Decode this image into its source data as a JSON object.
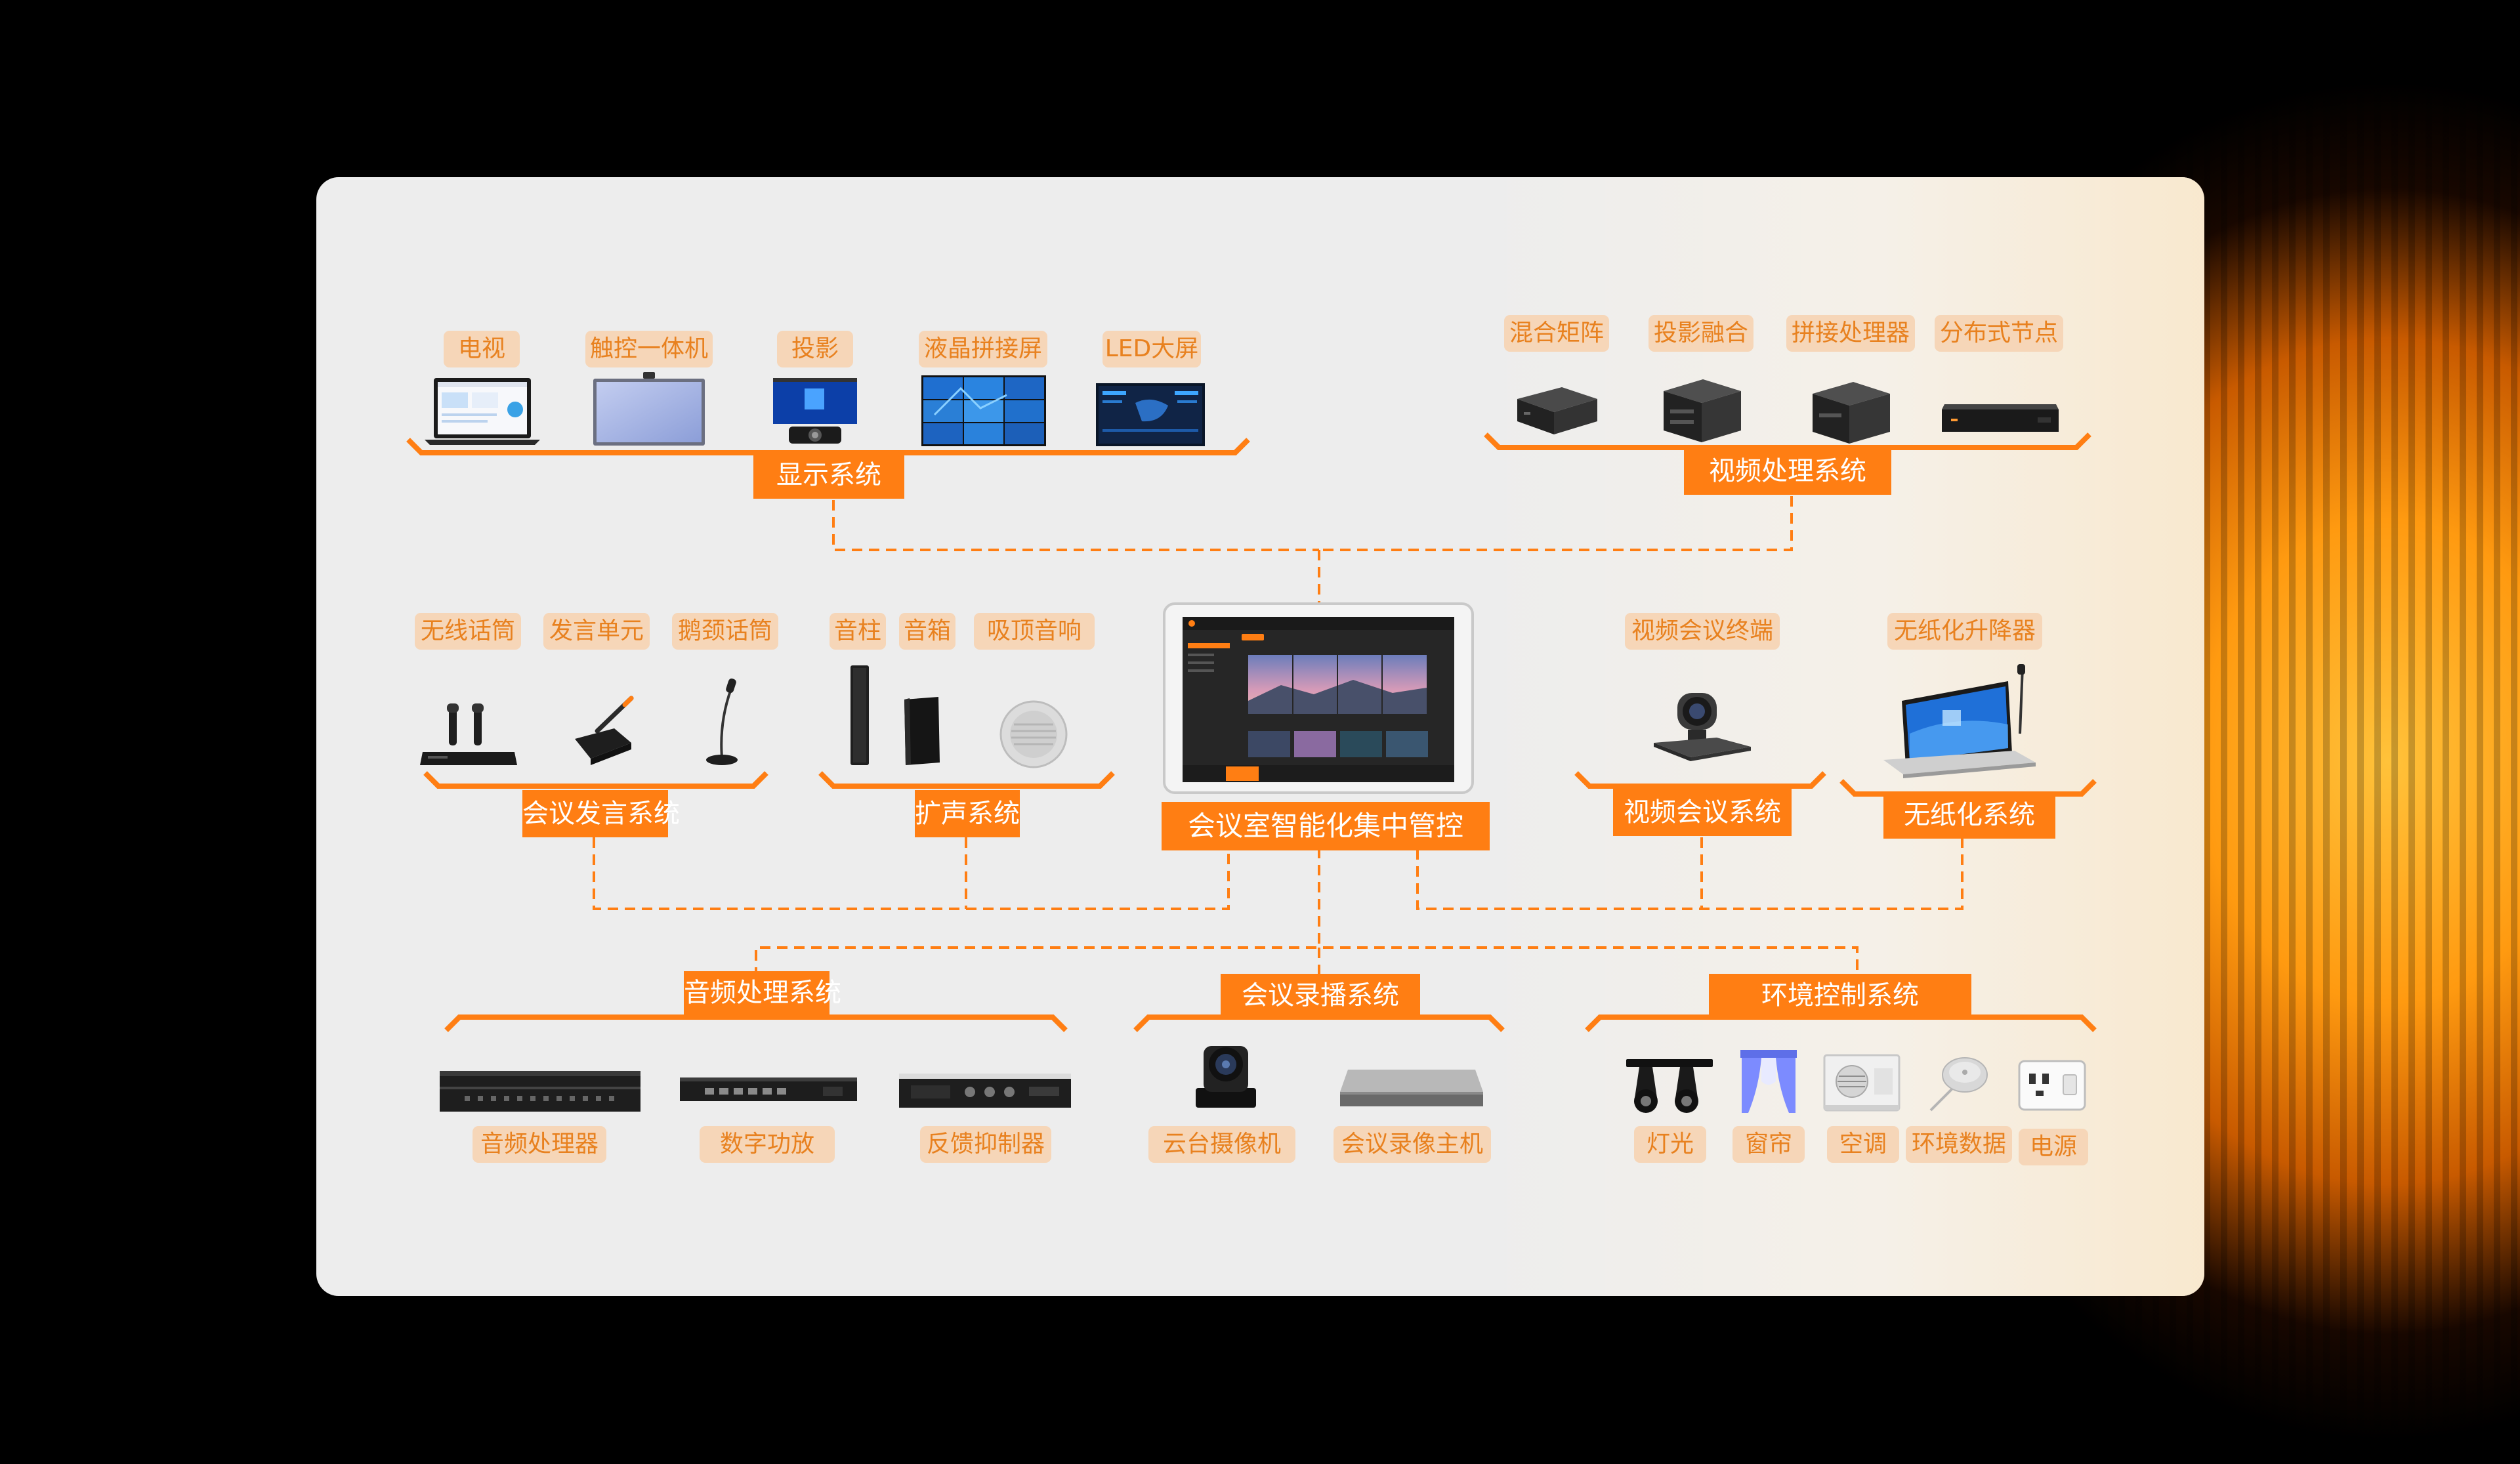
{
  "colors": {
    "accent": "#ff7e13",
    "tag_bg": "#f6d6b8",
    "tag_text": "#e8811f",
    "card_bg": "#ededed"
  },
  "center": {
    "label": "会议室智能化集中管控"
  },
  "systems": {
    "display": {
      "label": "显示系统",
      "devices": [
        {
          "label": "电视",
          "icon": "laptop-icon"
        },
        {
          "label": "触控一体机",
          "icon": "touch-panel-icon"
        },
        {
          "label": "投影",
          "icon": "projector-icon"
        },
        {
          "label": "液晶拼接屏",
          "icon": "video-wall-icon"
        },
        {
          "label": "LED大屏",
          "icon": "led-screen-icon"
        }
      ]
    },
    "video_processing": {
      "label": "视频处理系统",
      "devices": [
        {
          "label": "混合矩阵",
          "icon": "matrix-box-icon"
        },
        {
          "label": "投影融合",
          "icon": "fusion-box-icon"
        },
        {
          "label": "拼接处理器",
          "icon": "splicing-box-icon"
        },
        {
          "label": "分布式节点",
          "icon": "node-box-icon"
        }
      ]
    },
    "speech": {
      "label": "会议发言系统",
      "devices": [
        {
          "label": "无线话筒",
          "icon": "wireless-mic-icon"
        },
        {
          "label": "发言单元",
          "icon": "speech-unit-icon"
        },
        {
          "label": "鹅颈话筒",
          "icon": "gooseneck-mic-icon"
        }
      ]
    },
    "pa": {
      "label": "扩声系统",
      "devices": [
        {
          "label": "音柱",
          "icon": "column-speaker-icon"
        },
        {
          "label": "音箱",
          "icon": "speaker-box-icon"
        },
        {
          "label": "吸顶音响",
          "icon": "ceiling-speaker-icon"
        }
      ]
    },
    "videoconf": {
      "label": "视频会议系统",
      "devices": [
        {
          "label": "视频会议终端",
          "icon": "conference-camera-icon"
        }
      ]
    },
    "paperless": {
      "label": "无纸化系统",
      "devices": [
        {
          "label": "无纸化升降器",
          "icon": "lift-monitor-icon"
        }
      ]
    },
    "audio": {
      "label": "音频处理系统",
      "devices": [
        {
          "label": "音频处理器",
          "icon": "audio-processor-icon"
        },
        {
          "label": "数字功放",
          "icon": "amplifier-icon"
        },
        {
          "label": "反馈抑制器",
          "icon": "feedback-suppressor-icon"
        }
      ]
    },
    "recording": {
      "label": "会议录播系统",
      "devices": [
        {
          "label": "云台摄像机",
          "icon": "ptz-camera-icon"
        },
        {
          "label": "会议录像主机",
          "icon": "recorder-icon"
        }
      ]
    },
    "environment": {
      "label": "环境控制系统",
      "devices": [
        {
          "label": "灯光",
          "icon": "spotlight-icon"
        },
        {
          "label": "窗帘",
          "icon": "curtain-icon"
        },
        {
          "label": "空调",
          "icon": "air-conditioner-icon"
        },
        {
          "label": "环境数据",
          "icon": "sensor-icon"
        },
        {
          "label": "电源",
          "icon": "power-socket-icon"
        }
      ]
    }
  }
}
